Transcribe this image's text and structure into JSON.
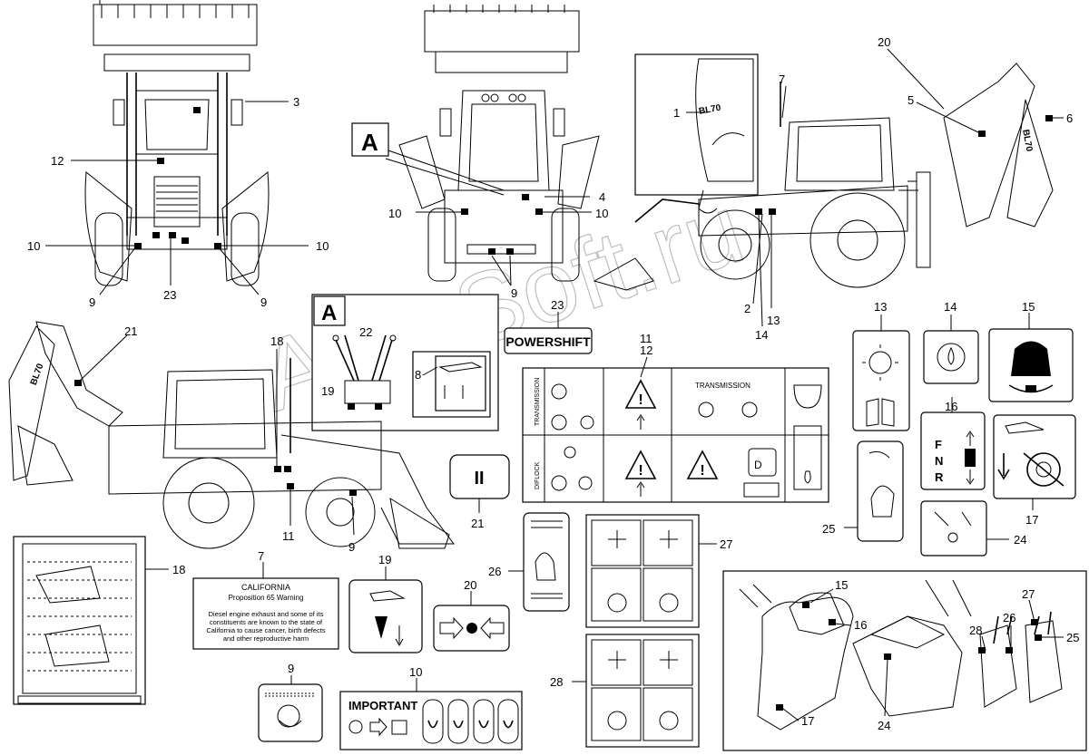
{
  "callouts": {
    "n1": "1",
    "n2": "2",
    "n3": "3",
    "n4": "4",
    "n5": "5",
    "n6": "6",
    "n7": "7",
    "n8": "8",
    "n9": "9",
    "n10": "10",
    "n11": "11",
    "n12": "12",
    "n13": "13",
    "n14": "14",
    "n15": "15",
    "n16": "16",
    "n17": "17",
    "n18": "18",
    "n19": "19",
    "n20": "20",
    "n21": "21",
    "n22": "22",
    "n23": "23",
    "n24": "24",
    "n25": "25",
    "n26": "26",
    "n27": "27",
    "n28": "28"
  },
  "detail": {
    "view_letter": "A",
    "model_badge": "BL70"
  },
  "decals": {
    "powershift": "POWERSHIFT",
    "transmission": "TRANSMISSION",
    "transmission_vertical": "TRANSMISSION",
    "diff_lock": "DIFLOCK",
    "gear_f": "F",
    "gear_n": "N",
    "gear_r": "R",
    "pause_symbol": "II",
    "important": "IMPORTANT",
    "california": {
      "title": "CALIFORNIA",
      "subtitle": "Proposition 65 Warning",
      "body": [
        "Diesel engine exhaust and some of its",
        "constituents are known to the state of",
        "California to cause cancer, birth defects",
        "and other reproductive harm"
      ]
    }
  },
  "watermark": "AutoSoft.ru",
  "icons": [
    "light-bulb-icon",
    "oil-drop-icon",
    "seat-belt-icon",
    "warning-triangle-icon",
    "manual-book-icon",
    "brake-pedal-icon",
    "horn-icon",
    "hand-lever-icon"
  ]
}
